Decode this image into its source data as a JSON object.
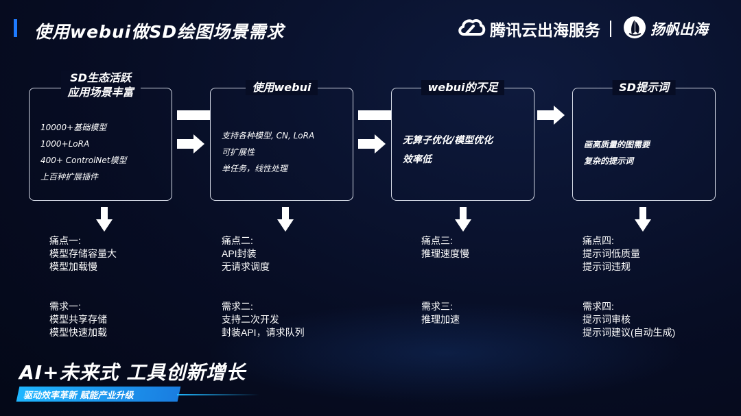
{
  "header": {
    "title": "使用webui做SD绘图场景需求",
    "brand_tencent": "腾讯云出海服务",
    "brand_yangfan": "扬帆出海",
    "icons": [
      "cloud-logo-icon",
      "sail-logo-icon"
    ]
  },
  "cards": [
    {
      "title_lines": [
        "SD生态活跃",
        "应用场景丰富"
      ],
      "lines": [
        "10000+基础模型",
        "1000+LoRA",
        "400+ ControlNet模型",
        "上百种扩展插件"
      ]
    },
    {
      "title_lines": [
        "使用webui"
      ],
      "lines": [
        "支持各种模型, CN, LoRA",
        "可扩展性",
        "单任务，线性处理"
      ]
    },
    {
      "title_lines": [
        "webui的不足"
      ],
      "lines": [
        "无算子优化/模型优化",
        "效率低"
      ]
    },
    {
      "title_lines": [
        "SD提示词"
      ],
      "lines": [
        "画高质量的图需要",
        "复杂的提示词"
      ]
    }
  ],
  "pain_points": [
    [
      "痛点一:",
      "模型存储容量大",
      "模型加载慢"
    ],
    [
      "痛点二:",
      "API封装",
      "无请求调度"
    ],
    [
      "痛点三:",
      "推理速度慢"
    ],
    [
      "痛点四:",
      "提示词低质量",
      "提示词违规"
    ]
  ],
  "requirements": [
    [
      "需求一:",
      "模型共享存储",
      "模型快速加载"
    ],
    [
      "需求二:",
      "支持二次开发",
      "封装API，请求队列"
    ],
    [
      "需求三:",
      "推理加速"
    ],
    [
      "需求四:",
      "提示词审核",
      "提示词建议(自动生成)"
    ]
  ],
  "footer": {
    "slogan": "AI+未来式 工具创新增长",
    "banner": "驱动效率革新 赋能产业升级"
  },
  "colors": {
    "background": "#070d24",
    "accent": "#1e7bff",
    "banner": "#1fb6ff",
    "card_border": "#d7dce8"
  }
}
